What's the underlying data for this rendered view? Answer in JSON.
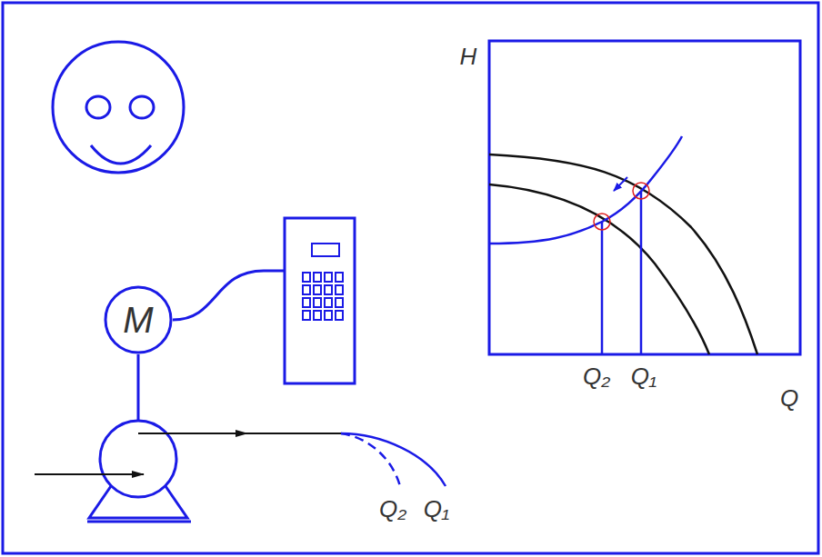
{
  "diagram": {
    "nodes": [
      {
        "text": [
          "M"
        ]
      }
    ],
    "labels": [
      "H",
      "Q₂",
      "Q₁",
      "Q",
      "Q₂",
      "Q₁"
    ]
  }
}
